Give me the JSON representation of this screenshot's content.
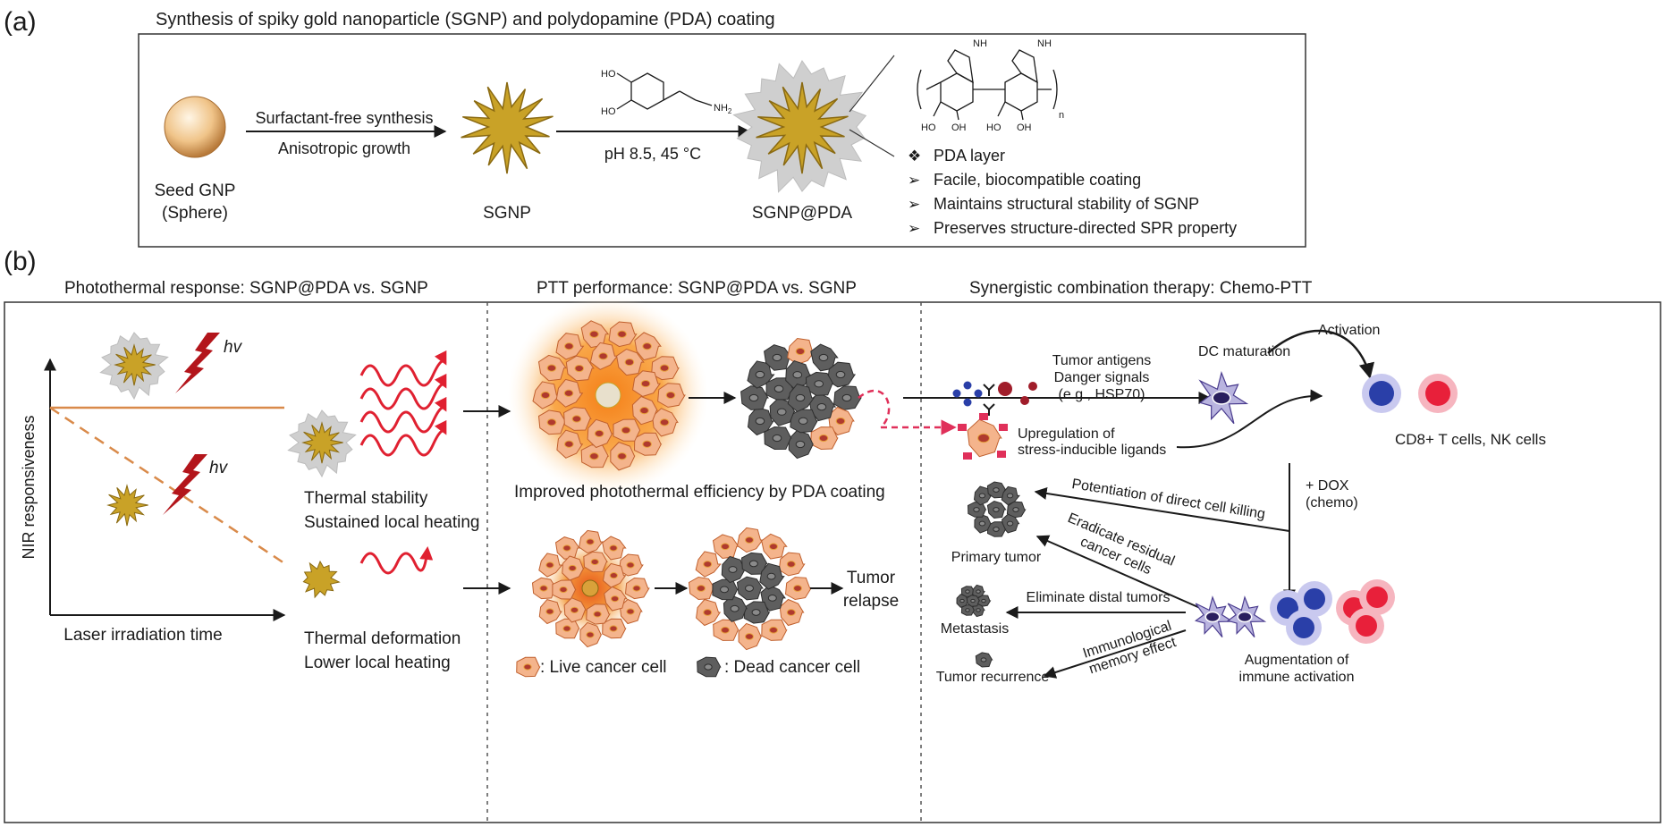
{
  "panel_a": {
    "label": "(a)",
    "title": "Synthesis of spiky gold nanoparticle (SGNP) and polydopamine (PDA) coating",
    "seed_line1": "Seed GNP",
    "seed_line2": "(Sphere)",
    "arrow1_top": "Surfactant-free synthesis",
    "arrow1_bottom": "Anisotropic growth",
    "sgnp": "SGNP",
    "arrow2_bottom": "pH 8.5, 45 °C",
    "sgnp_pda": "SGNP@PDA",
    "dopamine": {
      "ho1": "HO",
      "ho2": "HO",
      "nh2": "NH",
      "nh2_sub": "2"
    },
    "polymer": {
      "nh_left": "NH",
      "nh_right": "NH",
      "n": "n",
      "ho_a": "HO",
      "oh_b": "OH",
      "ho_c": "HO",
      "oh_d": "OH"
    },
    "bullets": [
      {
        "marker": "❖",
        "text": "PDA layer"
      },
      {
        "marker": "➢",
        "text": "Facile, biocompatible coating"
      },
      {
        "marker": "➢",
        "text": "Maintains structural stability of SGNP"
      },
      {
        "marker": "➢",
        "text": "Preserves structure-directed SPR property"
      }
    ]
  },
  "panel_b": {
    "label": "(b)",
    "col1_title": "Photothermal response: SGNP@PDA vs. SGNP",
    "col2_title": "PTT performance: SGNP@PDA vs. SGNP",
    "col3_title": "Synergistic combination therapy: Chemo-PTT",
    "y_axis": "NIR responsiveness",
    "x_axis": "Laser irradiation time",
    "hv1": "hv",
    "hv2": "hv",
    "stable_line1": "Thermal stability",
    "stable_line2": "Sustained local heating",
    "deform_line1": "Thermal deformation",
    "deform_line2": "Lower local heating",
    "improved": "Improved photothermal efficiency by PDA coating",
    "relapse_line1": "Tumor",
    "relapse_line2": "relapse",
    "live_legend": ": Live cancer cell",
    "dead_legend": ": Dead cancer cell",
    "antigens_line1": "Tumor antigens",
    "antigens_line2": "Danger signals",
    "antigens_line3": "(e.g., HSP70)",
    "dc_maturation": "DC maturation",
    "activation": "Activation",
    "upregulation_line1": "Upregulation of",
    "upregulation_line2": "stress-inducible ligands",
    "tcells": "CD8+ T cells, NK cells",
    "dox_line1": "+ DOX",
    "dox_line2": "(chemo)",
    "potentiation": "Potentiation of direct cell killing",
    "eradicate_line1": "Eradicate residual",
    "eradicate_line2": "cancer cells",
    "primary_tumor": "Primary tumor",
    "eliminate": "Eliminate distal tumors",
    "metastasis": "Metastasis",
    "immunological_line1": "Immunological",
    "immunological_line2": "memory effect",
    "recurrence": "Tumor recurrence",
    "augmentation_line1": "Augmentation of",
    "augmentation_line2": "immune activation"
  },
  "colors": {
    "gold": "#c9a227",
    "gold_dark": "#8a6a12",
    "pda_halo": "#c7c7c7",
    "orange_line": "#d98a4a",
    "red_wave": "#e02030",
    "live_cell": "#f4b48c",
    "dead_cell": "#5e5e5e",
    "glow": "#f7a23a",
    "dash_red": "#e0305a",
    "tcell_blue": "#2a3fa8",
    "nk_red": "#e8203a"
  }
}
